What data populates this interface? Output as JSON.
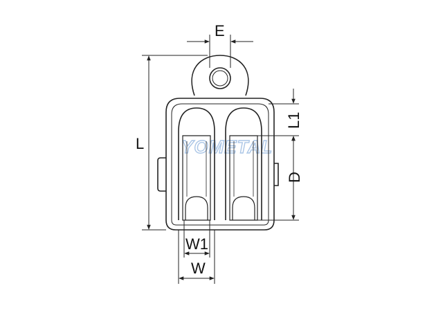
{
  "diagram": {
    "labels": {
      "e": "E",
      "l": "L",
      "l1": "L1",
      "d": "D",
      "w1": "W1",
      "w": "W"
    },
    "watermark": "YOMETAL",
    "colors": {
      "line": "#222222",
      "dimension": "#222222",
      "watermark": "#8fb3de",
      "background": "#ffffff"
    }
  }
}
